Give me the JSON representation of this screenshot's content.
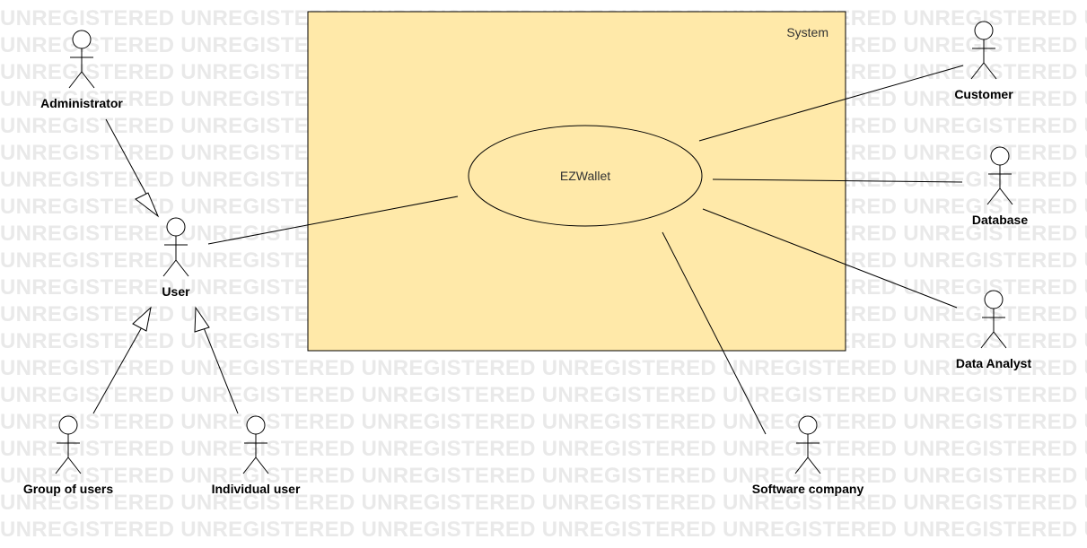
{
  "watermark": {
    "text": "UNREGISTERED"
  },
  "system": {
    "label": "System",
    "fill": "#FFE9A9",
    "stroke": "#000000"
  },
  "use_case": {
    "label": "EZWallet"
  },
  "actors": [
    {
      "id": "administrator",
      "label": "Administrator"
    },
    {
      "id": "user",
      "label": "User"
    },
    {
      "id": "group-of-users",
      "label": "Group of users"
    },
    {
      "id": "individual-user",
      "label": "Individual user"
    },
    {
      "id": "customer",
      "label": "Customer"
    },
    {
      "id": "database",
      "label": "Database"
    },
    {
      "id": "data-analyst",
      "label": "Data Analyst"
    },
    {
      "id": "software-company",
      "label": "Software company"
    }
  ],
  "relationships": [
    {
      "type": "generalization",
      "from": "administrator",
      "to": "user"
    },
    {
      "type": "generalization",
      "from": "group-of-users",
      "to": "user"
    },
    {
      "type": "generalization",
      "from": "individual-user",
      "to": "user"
    },
    {
      "type": "association",
      "from": "user",
      "to": "EZWallet"
    },
    {
      "type": "association",
      "from": "customer",
      "to": "EZWallet"
    },
    {
      "type": "association",
      "from": "database",
      "to": "EZWallet"
    },
    {
      "type": "association",
      "from": "data-analyst",
      "to": "EZWallet"
    },
    {
      "type": "association",
      "from": "software-company",
      "to": "EZWallet"
    }
  ]
}
